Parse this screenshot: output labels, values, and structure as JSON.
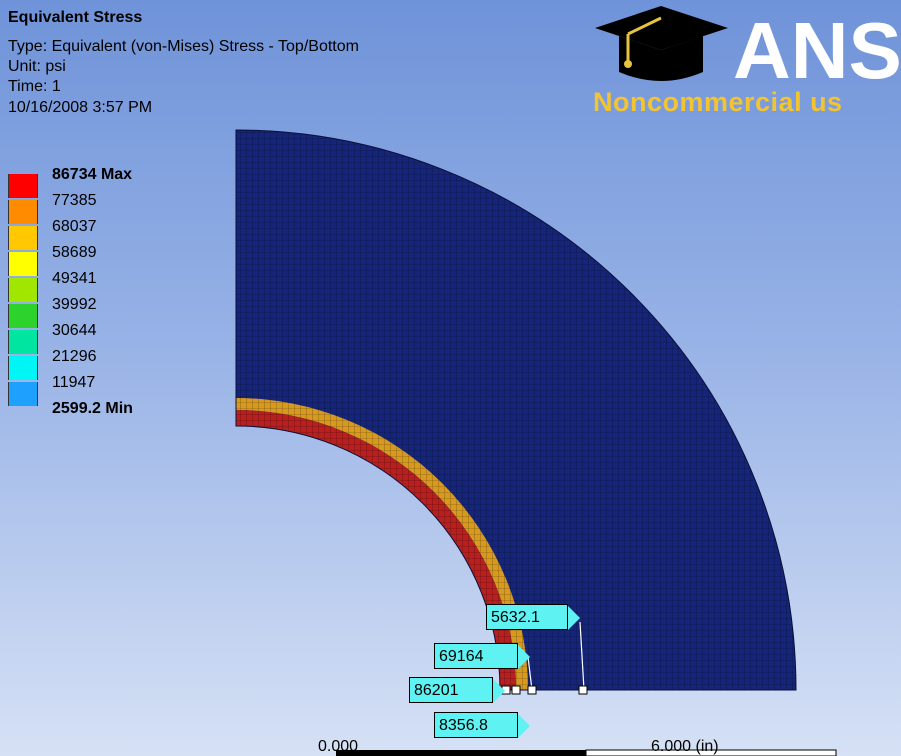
{
  "result": {
    "title": "Equivalent Stress",
    "type": "Type: Equivalent (von-Mises) Stress - Top/Bottom",
    "unit": "Unit: psi",
    "time": "Time: 1",
    "date": "10/16/2008 3:57 PM"
  },
  "legend": [
    {
      "label": "86734 Max",
      "color": "#ff0000",
      "bold": true
    },
    {
      "label": "77385",
      "color": "#ff8c00"
    },
    {
      "label": "68037",
      "color": "#ffc800"
    },
    {
      "label": "58689",
      "color": "#ffff00"
    },
    {
      "label": "49341",
      "color": "#a0e600"
    },
    {
      "label": "39992",
      "color": "#2dd22d"
    },
    {
      "label": "30644",
      "color": "#00e6a0"
    },
    {
      "label": "21296",
      "color": "#00f5f5"
    },
    {
      "label": "11947",
      "color": "#1ea0ff"
    },
    {
      "label": "2599.2 Min",
      "color": "#0000ff",
      "bold": true
    }
  ],
  "logo": {
    "text": "ANS",
    "subtitle": "Noncommercial us"
  },
  "probes": [
    {
      "value": "5632.1"
    },
    {
      "value": "69164"
    },
    {
      "value": "86201"
    },
    {
      "value": "8356.8"
    }
  ],
  "scale": {
    "left_label": "0.000",
    "right_label": "6.000 (in)"
  },
  "colors": {
    "mesh": "#15257a",
    "inner_band_red": "#b81f1f",
    "inner_band_orange": "#d79a1f",
    "probe_fill": "#5ff2f2"
  }
}
